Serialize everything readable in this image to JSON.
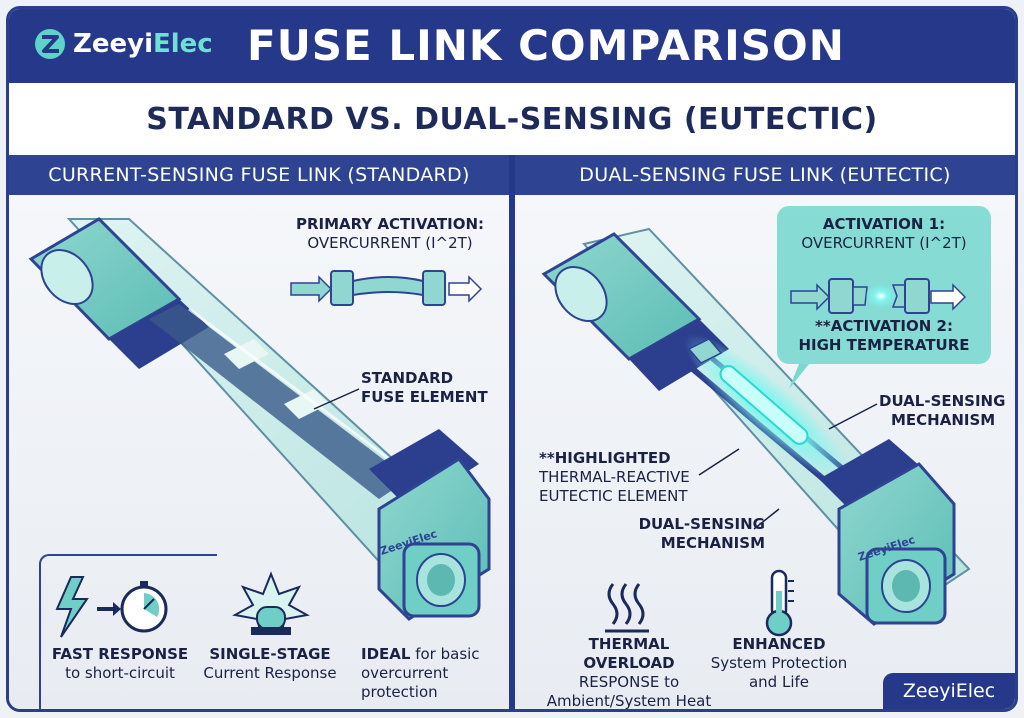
{
  "header": {
    "brand_prefix": "Zeeyi",
    "brand_suffix": "Elec",
    "title": "FUSE LINK COMPARISON",
    "subtitle": "STANDARD VS. DUAL-SENSING (EUTECTIC)"
  },
  "left": {
    "heading": "CURRENT-SENSING FUSE LINK (STANDARD)",
    "activation_title": "PRIMARY ACTIVATION:",
    "activation_value": "OVERCURRENT (I^2T)",
    "element_label_1": "STANDARD",
    "element_label_2": "FUSE ELEMENT",
    "cap_brand": "ZeeyiElec",
    "features": [
      {
        "title": "FAST RESPONSE",
        "desc": "to short-circuit"
      },
      {
        "title": "SINGLE-STAGE",
        "desc": "Current Response"
      },
      {
        "title": "IDEAL",
        "desc_inline": " for basic",
        "desc": "overcurrent",
        "desc2": "protection"
      }
    ]
  },
  "right": {
    "heading": "DUAL-SENSING FUSE LINK (EUTECTIC)",
    "activation1_title": "ACTIVATION 1:",
    "activation1_value": "OVERCURRENT (I^2T)",
    "activation2_title": "**ACTIVATION 2:",
    "activation2_value": "HIGH TEMPERATURE",
    "mech_label_1": "DUAL-SENSING",
    "mech_label_2": "MECHANISM",
    "eutectic_1": "**HIGHLIGHTED",
    "eutectic_2": "THERMAL-REACTIVE",
    "eutectic_3": "EUTECTIC ELEMENT",
    "mech2_label_1": "DUAL-SENSING",
    "mech2_label_2": "MECHANISM",
    "cap_brand": "ZeeyiElec",
    "features": [
      {
        "title": "THERMAL OVERLOAD",
        "desc": "RESPONSE to",
        "desc2": "Ambient/System Heat"
      },
      {
        "title": "ENHANCED",
        "desc": "System Protection",
        "desc2": "and Life"
      }
    ]
  },
  "footer": {
    "brand": "ZeeyiElec"
  },
  "colors": {
    "navy": "#25388a",
    "teal": "#6fcfc6",
    "glow": "#7ff5ee"
  },
  "icons": [
    "lightning-icon",
    "stopwatch-icon",
    "alarm-burst-icon",
    "heat-waves-icon",
    "thermometer-icon"
  ]
}
